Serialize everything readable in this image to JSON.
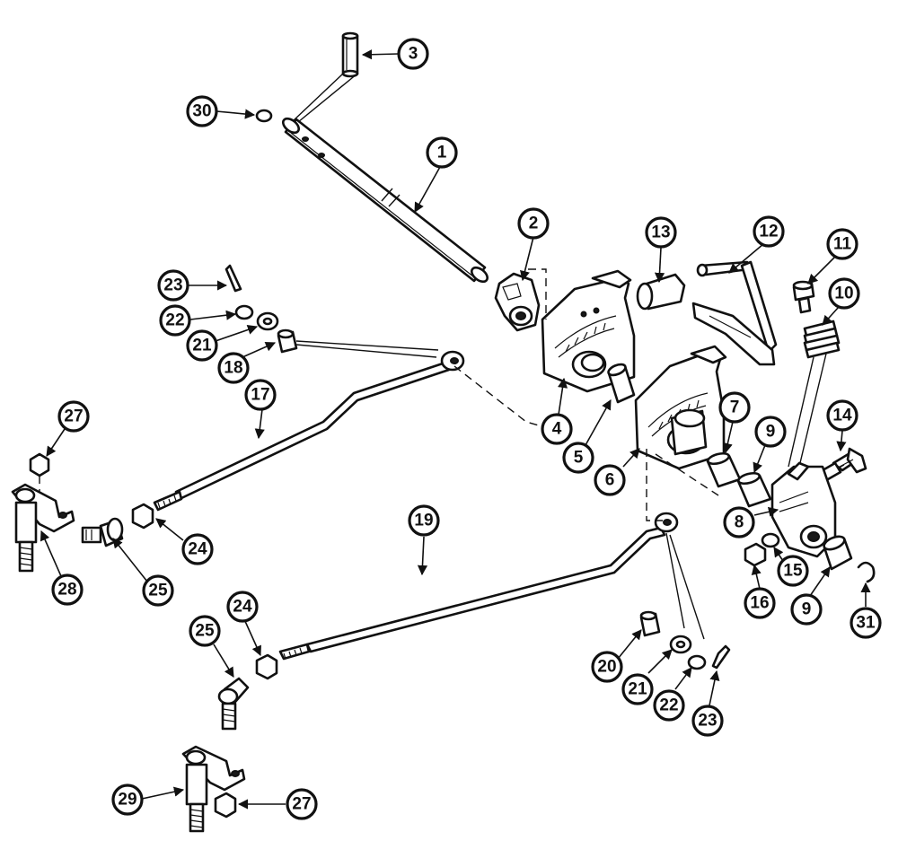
{
  "callouts": [
    {
      "label": "1"
    },
    {
      "label": "2"
    },
    {
      "label": "3"
    },
    {
      "label": "30"
    },
    {
      "label": "13"
    },
    {
      "label": "12"
    },
    {
      "label": "11"
    },
    {
      "label": "10"
    },
    {
      "label": "23"
    },
    {
      "label": "22"
    },
    {
      "label": "21"
    },
    {
      "label": "18"
    },
    {
      "label": "17"
    },
    {
      "label": "27"
    },
    {
      "label": "24"
    },
    {
      "label": "25"
    },
    {
      "label": "28"
    },
    {
      "label": "4"
    },
    {
      "label": "5"
    },
    {
      "label": "6"
    },
    {
      "label": "7"
    },
    {
      "label": "9"
    },
    {
      "label": "14"
    },
    {
      "label": "8"
    },
    {
      "label": "15"
    },
    {
      "label": "16"
    },
    {
      "label": "9"
    },
    {
      "label": "31"
    },
    {
      "label": "19"
    },
    {
      "label": "24"
    },
    {
      "label": "25"
    },
    {
      "label": "20"
    },
    {
      "label": "21"
    },
    {
      "label": "22"
    },
    {
      "label": "23"
    },
    {
      "label": "29"
    },
    {
      "label": "27"
    }
  ]
}
